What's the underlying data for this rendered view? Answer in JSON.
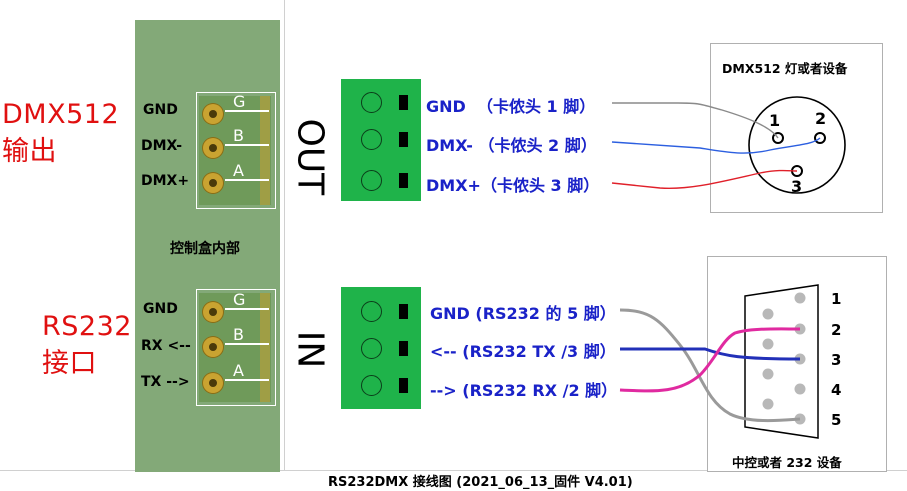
{
  "left_labels": {
    "dmx_line1": "DMX512",
    "dmx_line2": "输出",
    "rs_line1": "RS232",
    "rs_line2": "接口"
  },
  "board": {
    "top_pins": [
      "GND",
      "DMX-",
      "DMX+"
    ],
    "mid_label": "控制盒内部",
    "bottom_pins": [
      "GND",
      "RX <--",
      "TX -->"
    ],
    "pin_letters": [
      "G",
      "B",
      "A"
    ]
  },
  "sections": {
    "out": "OUT",
    "in": "IN"
  },
  "out_wires": [
    {
      "label": "GND  （卡侬头 1 脚）",
      "color": "#8a8a8a"
    },
    {
      "label": "DMX- （卡侬头 2 脚）",
      "color": "#2c5fe0"
    },
    {
      "label": "DMX+（卡侬头 3 脚）",
      "color": "#e0202a"
    }
  ],
  "in_wires": [
    {
      "label": "GND (RS232 的 5 脚）",
      "color": "#9a9a9a"
    },
    {
      "label": "<-- (RS232 TX /3 脚）",
      "color": "#2230b8"
    },
    {
      "label": "--> (RS232 RX /2 脚）",
      "color": "#e02aa0"
    }
  ],
  "xlr": {
    "title": "DMX512 灯或者设备",
    "pins": [
      "1",
      "2",
      "3"
    ]
  },
  "db9": {
    "title": "中控或者 232 设备",
    "pins": [
      "1",
      "2",
      "3",
      "4",
      "5"
    ]
  },
  "caption": "RS232DMX 接线图 (2021_06_13_固件 V4.01)"
}
